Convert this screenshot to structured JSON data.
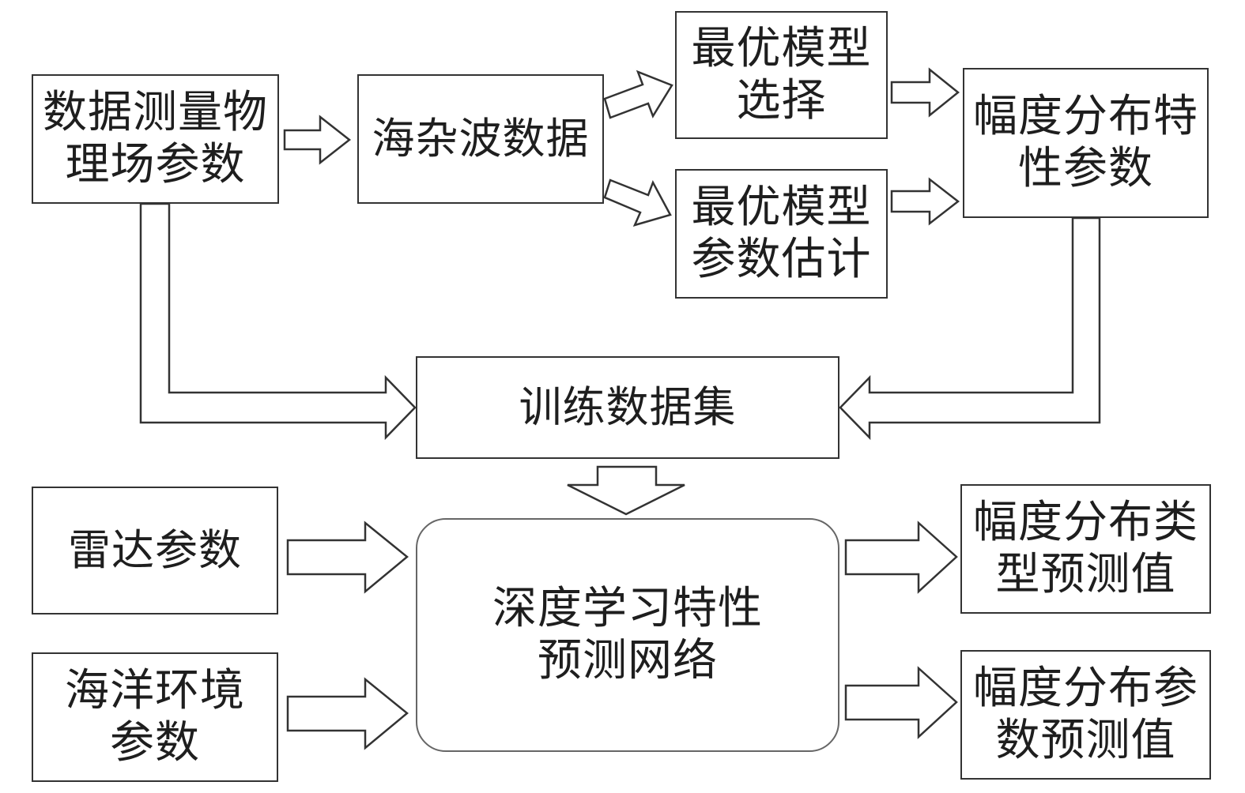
{
  "boxes": {
    "physical_params": {
      "lines": [
        "数据测量物",
        "理场参数"
      ]
    },
    "sea_clutter_data": {
      "lines": [
        "海杂波数据"
      ]
    },
    "model_selection": {
      "lines": [
        "最优模型",
        "选择"
      ]
    },
    "param_estimation": {
      "lines": [
        "最优模型",
        "参数估计"
      ]
    },
    "amplitude_params": {
      "lines": [
        "幅度分布特",
        "性参数"
      ]
    },
    "training_set": {
      "lines": [
        "训练数据集"
      ]
    },
    "radar_params": {
      "lines": [
        "雷达参数"
      ]
    },
    "ocean_env_params": {
      "lines": [
        "海洋环境",
        "参数"
      ]
    },
    "dl_network": {
      "lines": [
        "深度学习特性",
        "预测网络"
      ]
    },
    "type_prediction": {
      "lines": [
        "幅度分布类",
        "型预测值"
      ]
    },
    "param_prediction": {
      "lines": [
        "幅度分布参",
        "数预测值"
      ]
    }
  },
  "colors": {
    "stroke": "#333333",
    "text": "#1e1e1e",
    "rounded_stroke": "#666666"
  }
}
